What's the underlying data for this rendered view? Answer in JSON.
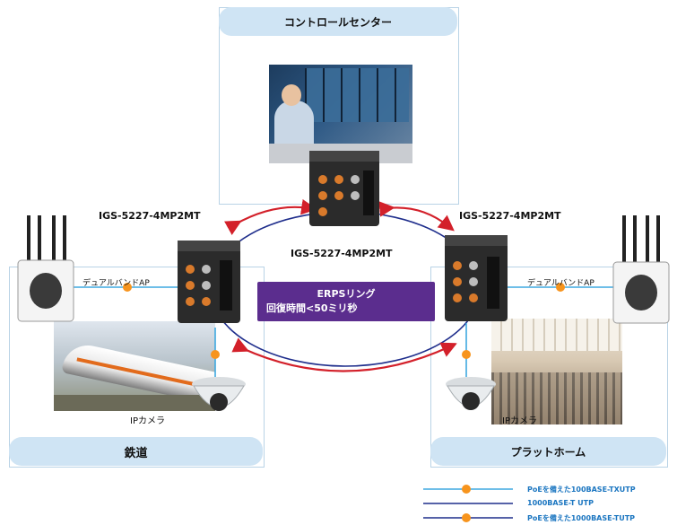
{
  "control_center": {
    "title": "コントロールセンター"
  },
  "switches": {
    "top_label": "IGS-5227-4MP2MT",
    "left_label": "IGS-5227-4MP2MT",
    "right_label": "IGS-5227-4MP2MT"
  },
  "ring": {
    "line1": "ERPSリング",
    "line2": "回復時間<50ミリ秒"
  },
  "left_zone": {
    "title": "鉄道",
    "ap_label": "デュアルバンドAP",
    "camera_label": "IPカメラ"
  },
  "right_zone": {
    "title": "プラットホーム",
    "ap_label": "デュアルバンドAP",
    "camera_label": "IPカメラ"
  },
  "legend": {
    "items": [
      {
        "label": "PoEを備えた100BASE-TXUTP",
        "color": "#3ea8e0"
      },
      {
        "label": "1000BASE-T UTP",
        "color": "#1f2e8c"
      },
      {
        "label": "PoEを備えた1000BASE-TUTP",
        "color": "#1f2e8c"
      }
    ]
  },
  "colors": {
    "ring": "#1f2e8c",
    "arrow": "#d3202a",
    "poe_dot": "#f7941d",
    "header": "#cfe4f4",
    "erps": "#5b2d8e"
  }
}
